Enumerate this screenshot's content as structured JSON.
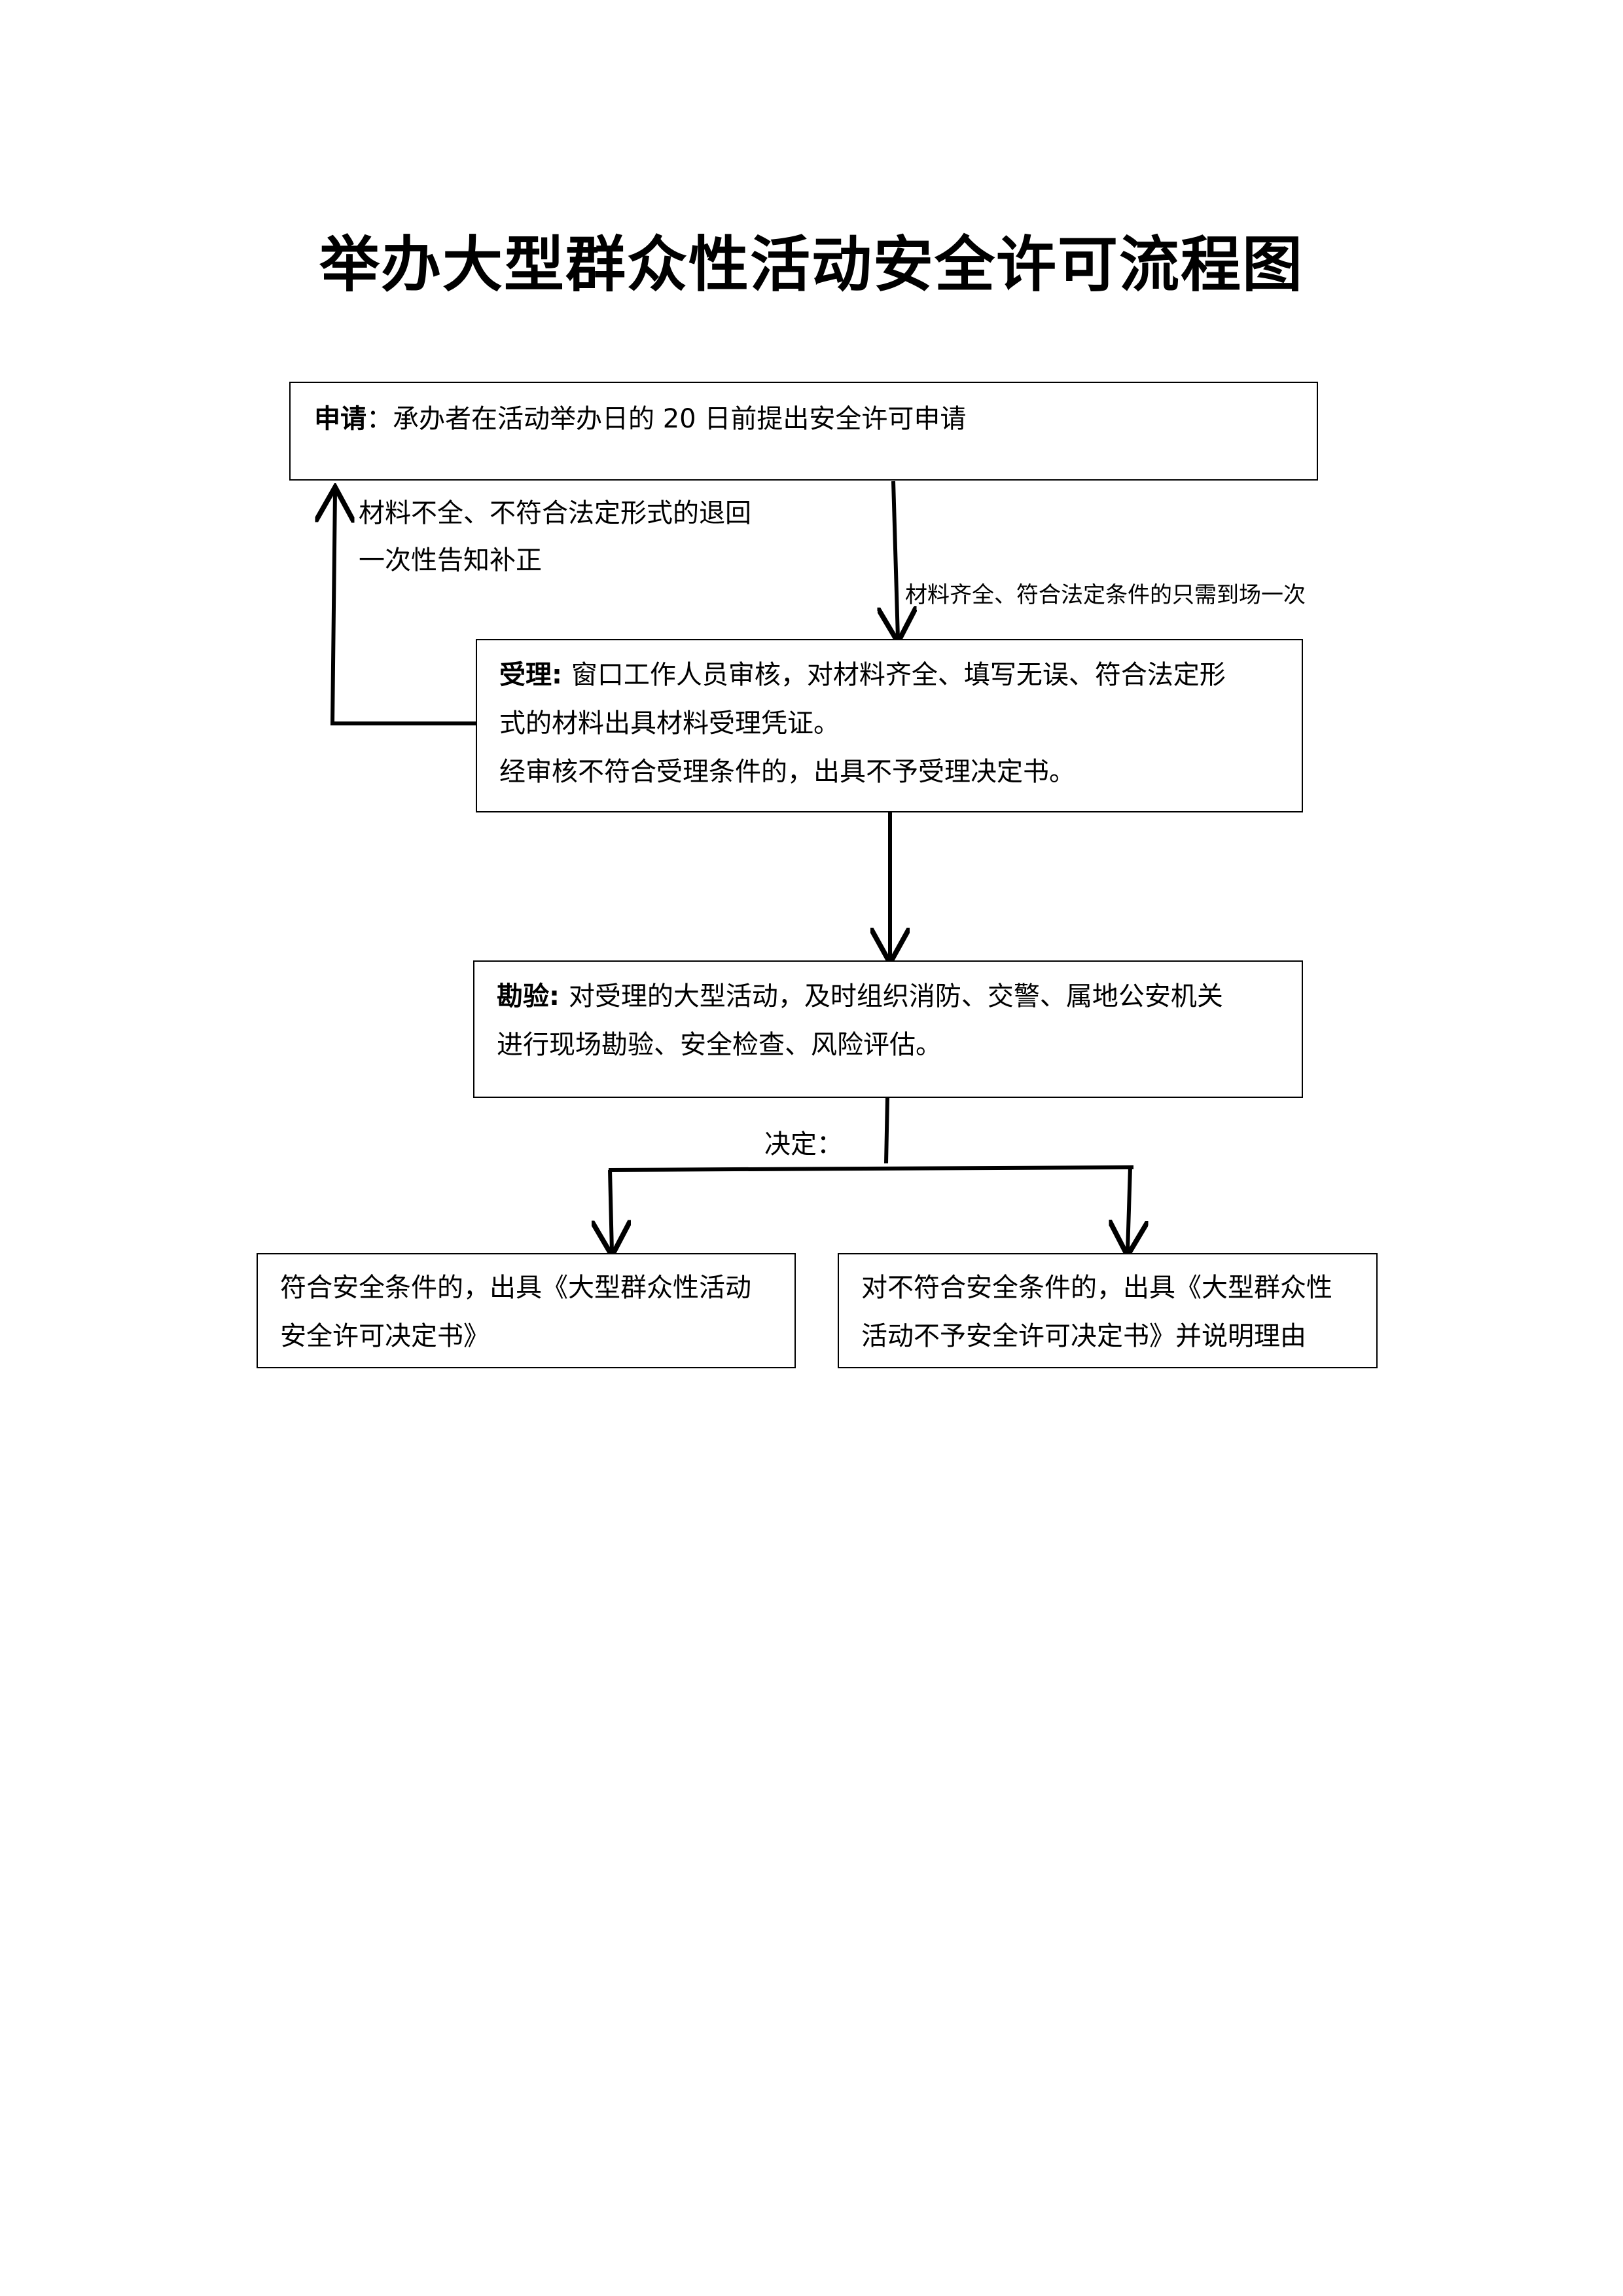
{
  "title": "举办大型群众性活动安全许可流程图",
  "steps": {
    "apply": {
      "label": "申请",
      "separator": "：",
      "text": "承办者在活动举办日的 20 日前提出安全许可申请"
    },
    "accept": {
      "label": "受理",
      "separator": ": ",
      "line1": "窗口工作人员审核，对材料齐全、填写无误、符合法定形",
      "line2": "式的材料出具材料受理凭证。",
      "line3": "经审核不符合受理条件的，出具不予受理决定书。"
    },
    "inspect": {
      "label": "勘验",
      "separator": ": ",
      "line1": "对受理的大型活动，及时组织消防、交警、属地公安机关",
      "line2": "进行现场勘验、安全检查、风险评估。"
    },
    "approve": {
      "line1": "符合安全条件的，出具《大型群众性活动",
      "line2": "安全许可决定书》"
    },
    "reject": {
      "line1": "对不符合安全条件的，出具《大型群众性",
      "line2": "活动不予安全许可决定书》并说明理由"
    }
  },
  "edges": {
    "return_line1": "材料不全、不符合法定形式的退回",
    "return_line2": "一次性告知补正",
    "complete": "材料齐全、符合法定条件的只需到场一次",
    "decision": "决定："
  }
}
